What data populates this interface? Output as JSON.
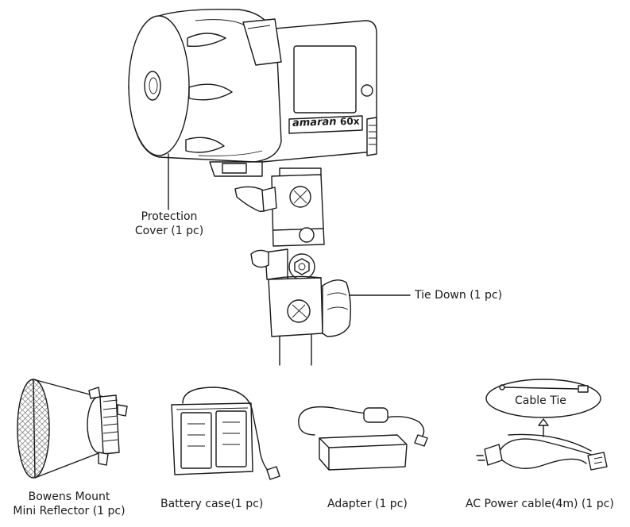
{
  "labels": {
    "protection_cover": [
      "Protection",
      "Cover (1 pc)"
    ],
    "tie_down": "Tie Down (1 pc)",
    "cable_tie": "Cable Tie",
    "bowens_reflector": [
      "Bowens Mount",
      "Mini Reflector (1 pc)"
    ],
    "battery_case": "Battery case(1 pc)",
    "adapter": "Adapter (1 pc)",
    "ac_power_cable": "AC Power cable(4m) (1 pc)"
  },
  "product": {
    "brand_mark": "amaran",
    "model_mark": "60x"
  }
}
